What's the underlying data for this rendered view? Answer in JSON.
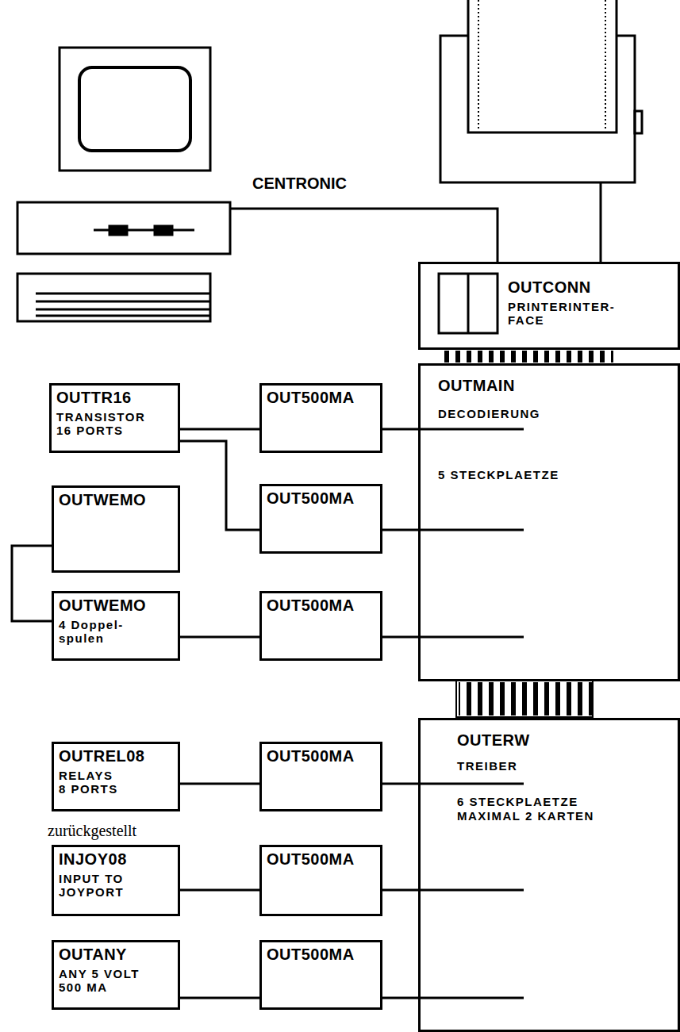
{
  "diagram": {
    "nodes": [
      {
        "text": [
          "OUTCONN",
          "PRINTERINTER- FACE"
        ]
      },
      {
        "text": [
          "OUTMAIN",
          "DECODIERUNG",
          "5 STECKPLAETZE"
        ]
      },
      {
        "text": [
          "OUTTR16",
          "TRANSISTOR 16 PORTS"
        ]
      },
      {
        "text": [
          "OUT500MA"
        ]
      },
      {
        "text": [
          "OUT500MA"
        ]
      },
      {
        "text": [
          "OUTWEMO"
        ]
      },
      {
        "text": [
          "OUTWEMO",
          "4 Doppel- spulen"
        ]
      },
      {
        "text": [
          "OUT500MA"
        ]
      },
      {
        "text": [
          "OUTERW",
          "TREIBER",
          "6 STECKPLAETZE MAXIMAL 2 KARTEN"
        ]
      },
      {
        "text": [
          "OUTREL08",
          "RELAYS 8 PORTS"
        ]
      },
      {
        "text": [
          "OUT500MA"
        ]
      },
      {
        "text": [
          "INJOY08",
          "INPUT TO JOYPORT"
        ]
      },
      {
        "text": [
          "OUT500MA"
        ]
      },
      {
        "text": [
          "OUTANY",
          "ANY 5 VOLT 500 MA"
        ]
      },
      {
        "text": [
          "OUT500MA"
        ]
      }
    ],
    "edges": [
      {
        "from": 2,
        "to": 3,
        "arrow": "none"
      },
      {
        "from": 2,
        "to": 4,
        "arrow": "none"
      },
      {
        "from": 3,
        "to": 1,
        "arrow": "none"
      },
      {
        "from": 4,
        "to": 1,
        "arrow": "none"
      },
      {
        "from": 5,
        "to": 6,
        "arrow": "none"
      },
      {
        "from": 6,
        "to": 7,
        "arrow": "none"
      },
      {
        "from": 7,
        "to": 1,
        "arrow": "none"
      },
      {
        "from": 9,
        "to": 10,
        "arrow": "none"
      },
      {
        "from": 10,
        "to": 8,
        "arrow": "none"
      },
      {
        "from": 11,
        "to": 12,
        "arrow": "none"
      },
      {
        "from": 12,
        "to": 8,
        "arrow": "none"
      },
      {
        "from": 13,
        "to": 14,
        "arrow": "none"
      },
      {
        "from": 14,
        "to": 8,
        "arrow": "none"
      }
    ],
    "labels": [
      "CENTRONIC",
      "zurückgestellt"
    ]
  }
}
